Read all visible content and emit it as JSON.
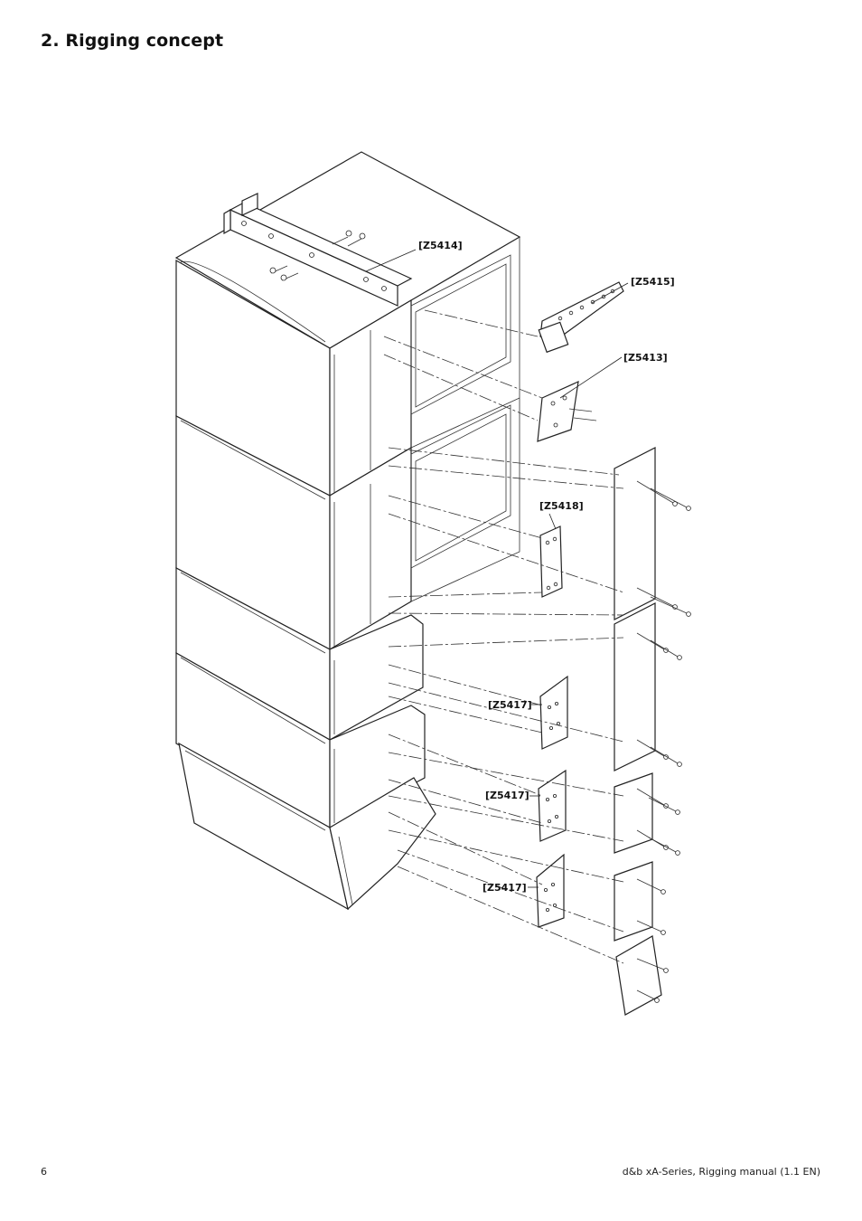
{
  "page": {
    "heading": "2. Rigging concept",
    "page_number": "6",
    "footer_text": "d&b xA-Series, Rigging manual (1.1 EN)"
  },
  "diagram": {
    "callouts": [
      {
        "id": "z5414",
        "label": "[Z5414]"
      },
      {
        "id": "z5415",
        "label": "[Z5415]"
      },
      {
        "id": "z5413",
        "label": "[Z5413]"
      },
      {
        "id": "z5418",
        "label": "[Z5418]"
      },
      {
        "id": "z5417a",
        "label": "[Z5417]"
      },
      {
        "id": "z5417b",
        "label": "[Z5417]"
      },
      {
        "id": "z5417c",
        "label": "[Z5417]"
      }
    ]
  }
}
